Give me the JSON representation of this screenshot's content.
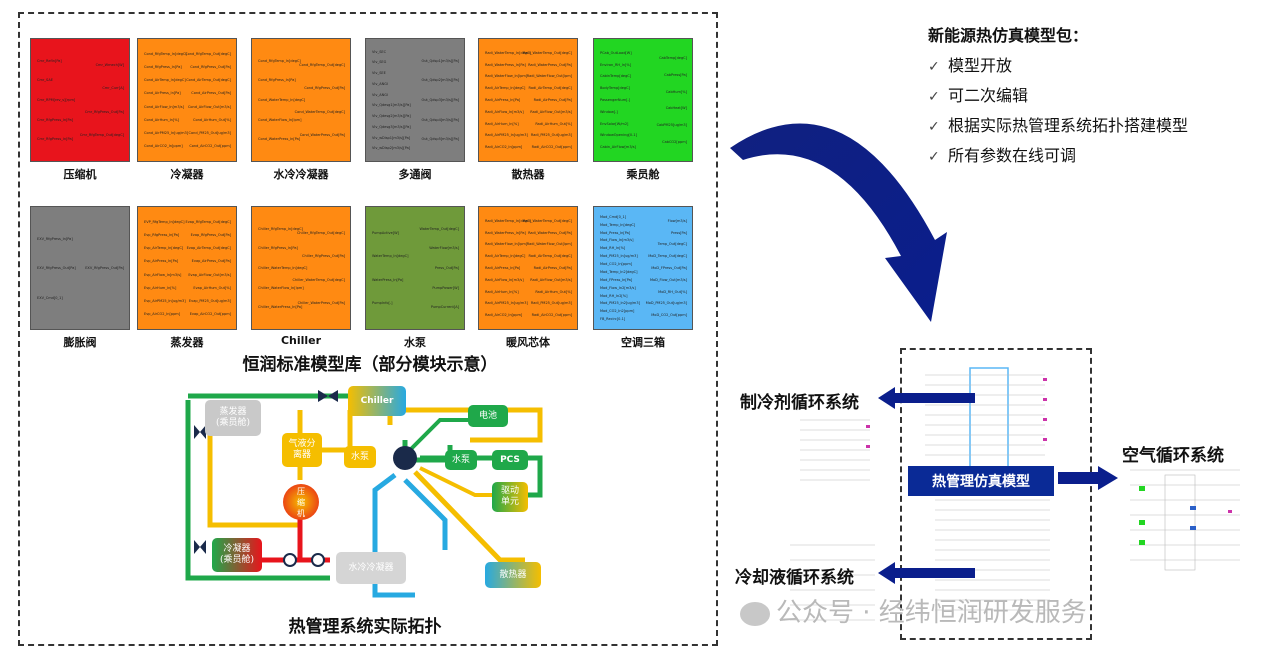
{
  "library": {
    "caption": "恒润标准模型库（部分模块示意）",
    "row1": [
      {
        "label": "压缩机",
        "color": "#e8141c",
        "lpins": [
          "Cmr_RefIn[Pa]",
          "Cmr_SAE",
          "Cmr_RPM[rev_s][rpm]",
          "Cmr_RfgPress_In[Pa]",
          "Cmr_RfgPress_In[Pa]"
        ],
        "rpins": [
          "Cmr_Wmech[W]",
          "Cmr_Curr[A]",
          "Cmr_RfgPress_Out[Pa]",
          "Cmr_RfgTemp_Out[degC]"
        ]
      },
      {
        "label": "冷凝器",
        "color": "#ff8a12",
        "lpins": [
          "Cond_RfgTemp_In[degC]",
          "Cond_RfgPress_In[Pa]",
          "Cond_AirTemp_In[degC]",
          "Cond_AirPress_In[Pa]",
          "Cond_AirFlow_In[m3/s]",
          "Cond_AirHum_In[%]",
          "Cond_AirPM25_In[ug/m3]",
          "Cond_AirCO2_In[ppm]"
        ],
        "rpins": [
          "Cond_RfgTemp_Out[degC]",
          "Cond_RfgPress_Out[Pa]",
          "Cond_AirTemp_Out[degC]",
          "Cond_AirPress_Out[Pa]",
          "Cond_AirFlow_Out[m3/s]",
          "Cond_AirHum_Out[%]",
          "Cond_PM25_Out[ug/m3]",
          "Cond_AirCO2_Out[ppm]"
        ]
      },
      {
        "label": "水冷冷凝器",
        "color": "#ff8a12",
        "lpins": [
          "Cond_RfgTemp_In[degC]",
          "Cond_RfgPress_In[Pa]",
          "Cond_WaterTemp_In[degC]",
          "Cond_WaterFlow_In[lpm]",
          "Cond_WaterPress_In[Pa]"
        ],
        "rpins": [
          "Cond_RfgTemp_Out[degC]",
          "Cond_RfgPress_Out[Pa]",
          "Cond_WaterTemp_Out[degC]",
          "Cond_WaterPress_Out[Pa]"
        ]
      },
      {
        "label": "多通阀",
        "color": "#7e7e7e",
        "lpins": [
          "Vlv_SEC",
          "Vlv_SEG",
          "Vlv_SEE",
          "Vlv_ANGI",
          "Vlv_ANGI",
          "Vlv_Qdesg1[m3/s][Pa]",
          "Vlv_Qdesg2[m3/s][Pa]",
          "Vlv_Qdesg3[m3/s][Pa]",
          "Vlv_wDisp1[m3/s][Pa]",
          "Vlv_wDisp2[m3/s][Pa]"
        ],
        "rpins": [
          "Out_Qdsp1[m3/s][Pa]",
          "Out_Qdsp2[m3/s][Pa]",
          "Out_Qdsp3[m3/s][Pa]",
          "Out_Qdsp4[m3/s][Pa]",
          "Out_Qdsp5[m3/s][Pa]"
        ]
      },
      {
        "label": "散热器",
        "color": "#ff8a12",
        "lpins": [
          "Radi_WaterTemp_In[degC]",
          "Radi_WaterPress_In[Pa]",
          "Radi_WaterFlow_In[lpm]",
          "Radi_AirTemp_In[degC]",
          "Radi_AirPress_In[Pa]",
          "Radi_AirFlow_In[m3/s]",
          "Radi_AirHum_In[%]",
          "Radi_AirPM25_In[ug/m3]",
          "Radi_AirCO2_In[ppm]"
        ],
        "rpins": [
          "Radi_WaterTemp_Out[degC]",
          "Radi_WaterPress_Out[Pa]",
          "Radi_WaterFlow_Out[lpm]",
          "Radi_AirTemp_Out[degC]",
          "Radi_AirPress_Out[Pa]",
          "Radi_AirFlow_Out[m3/s]",
          "Radi_AirHum_Out[%]",
          "Radi_PM25_Out[ug/m3]",
          "Radi_AirCO2_Out[ppm]"
        ]
      },
      {
        "label": "乘员舱",
        "color": "#22d622",
        "lpins": [
          "PCab_OutLoad[W]",
          "Environ_RH_In[%]",
          "CabinTemp[degC]",
          "BodyTemp[degC]",
          "PassengerNum[-]",
          "Window[-]",
          "EnvSolar[W/m2]",
          "WindowOpening[0-1]",
          "Cabin_AirFlow[m3/s]"
        ],
        "rpins": [
          "CabTemp[degC]",
          "CabPress[Pa]",
          "CabHum[%]",
          "CabHeat[W]",
          "CabPM25[ug/m3]",
          "CabCO2[ppm]"
        ]
      }
    ],
    "row2": [
      {
        "label": "膨胀阀",
        "color": "#7e7e7e",
        "lpins": [
          "EXV_RfgPress_In[Pa]",
          "EXV_RfgPress_Out[Pa]",
          "EXV_Cmd[0_1]"
        ],
        "rpins": [
          "EXV_RfgPress_Out[Pa]"
        ]
      },
      {
        "label": "蒸发器",
        "color": "#ff8a12",
        "lpins": [
          "EVP_RfgTemp_In[degC]",
          "Evp_RfgPress_In[Pa]",
          "Evp_AirTemp_In[degC]",
          "Evp_AirPress_In[Pa]",
          "Evp_AirFlow_In[m3/s]",
          "Evp_AirHum_In[%]",
          "Evp_AirPM25_In[ug/m3]",
          "Evp_AirCO2_In[ppm]"
        ],
        "rpins": [
          "Evap_RfgTemp_Out[degC]",
          "Evap_RfgPress_Out[Pa]",
          "Evap_AirTemp_Out[degC]",
          "Evap_AirPress_Out[Pa]",
          "Evap_AirFlow_Out[m3/s]",
          "Evap_AirHum_Out[%]",
          "Evap_PM25_Out[ug/m3]",
          "Evap_AirCO2_Out[ppm]"
        ]
      },
      {
        "label": "Chiller",
        "color": "#ff8a12",
        "lpins": [
          "Chiller_RfgTemp_In[degC]",
          "Chiller_RfgPress_In[Pa]",
          "Chiller_WaterTemp_In[degC]",
          "Chiller_WaterFlow_In[lpm]",
          "Chiller_WaterPress_In[Pa]"
        ],
        "rpins": [
          "Chiller_RfgTemp_Out[degC]",
          "Chiller_RfgPress_Out[Pa]",
          "Chiller_WaterTemp_Out[degC]",
          "Chiller_WaterPress_Out[Pa]"
        ]
      },
      {
        "label": "水泵",
        "color": "#6f9a3a",
        "lpins": [
          "PumpActive[W]",
          "WaterTemp_In[degC]",
          "WaterPress_In[Pa]",
          "PumpInfo[-]"
        ],
        "rpins": [
          "WaterTemp_Out[degC]",
          "WaterFlow[m3/s]",
          "Press_Out[Pa]",
          "PumpPower[W]",
          "PumpCurrent[A]"
        ]
      },
      {
        "label": "暖风芯体",
        "color": "#ff8a12",
        "lpins": [
          "Radi_WaterTemp_In[degC]",
          "Radi_WaterPress_In[Pa]",
          "Radi_WaterFlow_In[lpm]",
          "Radi_AirTemp_In[degC]",
          "Radi_AirPress_In[Pa]",
          "Radi_AirFlow_In[m3/s]",
          "Radi_AirHum_In[%]",
          "Radi_AirPM25_In[ug/m3]",
          "Radi_AirCO2_In[ppm]"
        ],
        "rpins": [
          "Radi_WaterTemp_Out[degC]",
          "Radi_WaterPress_Out[Pa]",
          "Radi_WaterFlow_Out[lpm]",
          "Radi_AirTemp_Out[degC]",
          "Radi_AirPress_Out[Pa]",
          "Radi_AirFlow_Out[m3/s]",
          "Radi_AirHum_Out[%]",
          "Radi_PM25_Out[ug/m3]",
          "Radi_AirCO2_Out[ppm]"
        ]
      },
      {
        "label": "空调三箱",
        "color": "#5ab7f5",
        "lpins": [
          "Mod_Cmd[0_1]",
          "Mod_Temp_In[degC]",
          "Mod_Press_In[Pa]",
          "Mod_Flow_In[m3/s]",
          "Mod_RH_In[%]",
          "Mod_PM25_In[ug/m3]",
          "Mod_CO2_In[ppm]",
          "Mod_Temp_In2[degC]",
          "Mod_FPress_In[Pa]",
          "Mod_Flow_In2[m3/s]",
          "Mod_RH_In2[%]",
          "Mod_PM25_In2[ug/m3]",
          "Mod_CO2_In2[ppm]",
          "FB_Recirc[0-1]"
        ],
        "rpins": [
          "Flow[m3/s]",
          "Press[Pa]",
          "Temp_Out[degC]",
          "MoD_Temp_Out[degC]",
          "MoD_FPress_Out[Pa]",
          "MoD_Flow_Out[m3/s]",
          "MoD_RH_Out[%]",
          "MoD_PM25_Out[ug/m3]",
          "MoD_CO2_Out[ppm]"
        ]
      }
    ]
  },
  "topology": {
    "caption": "热管理系统实际拓扑",
    "nodes": {
      "evaporator": "蒸发器\n(乘员舱)",
      "gas_liquid": "气液分\n离器",
      "compressor": "压\n缩\n机",
      "condenser": "冷凝器\n(乘员舱)",
      "chiller": "Chiller",
      "pump1": "水泵",
      "pump2": "水泵",
      "pcs": "PCS",
      "battery": "电池",
      "drive": "驱动\n单元",
      "water_cond": "水冷冷凝器",
      "radiator": "散热器"
    }
  },
  "package": {
    "title": "新能源热仿真模型包：",
    "items": [
      "模型开放",
      "可二次编辑",
      "根据实际热管理系统拓扑搭建模型",
      "所有参数在线可调"
    ]
  },
  "systems": {
    "refrigerant": "制冷剂循环系统",
    "coolant": "冷却液循环系统",
    "air": "空气循环系统",
    "center": "热管理仿真模型"
  },
  "watermark": "公众号 · 经纬恒润研发服务",
  "colors": {
    "red": "#e8141c",
    "orange": "#ff8a12",
    "gray": "#7e7e7e",
    "green": "#22d622",
    "olive": "#6f9a3a",
    "blue": "#5ab7f5",
    "navy": "#0a1e8c",
    "pipe_yellow": "#f5be00",
    "pipe_green": "#1fa84a",
    "pipe_blue": "#27a9e1",
    "pipe_red": "#e8141c"
  }
}
